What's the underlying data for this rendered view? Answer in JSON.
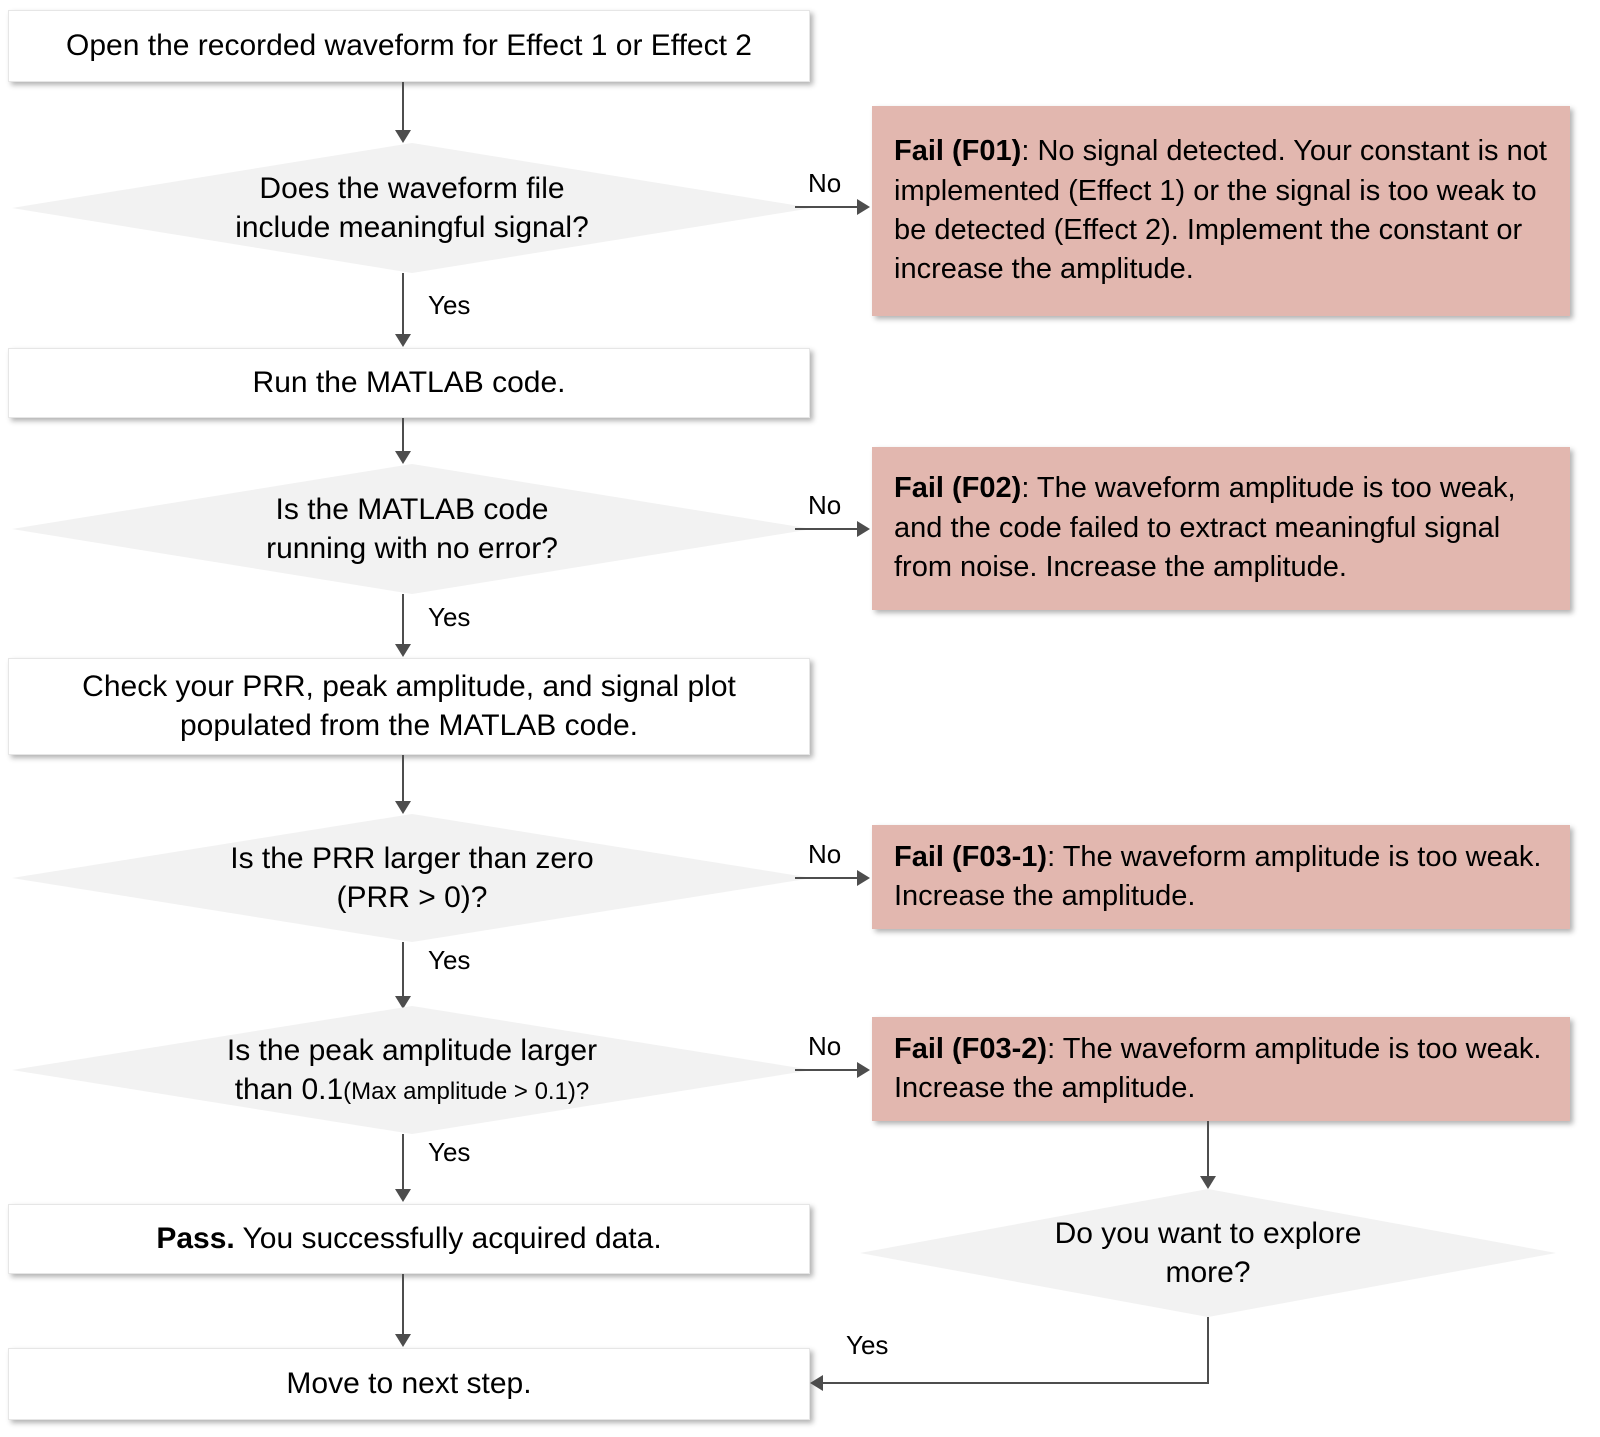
{
  "diagram": {
    "title": "Waveform data acquisition troubleshooting flowchart",
    "colors": {
      "fail_box_fill": "#e2b7af",
      "decision_fill": "#f2f2f2",
      "process_fill": "#ffffff",
      "connector": "#4d4d4d",
      "page_background": "#ffffff"
    }
  },
  "nodes": {
    "start": {
      "type": "process",
      "text": "Open the recorded waveform for Effect 1 or Effect 2"
    },
    "decision_signal": {
      "type": "decision",
      "line1": "Does the waveform file",
      "line2": "include meaningful signal?"
    },
    "fail_f01": {
      "type": "fail",
      "code": "Fail (F01)",
      "separator": ": ",
      "text": "No signal detected. Your constant is not implemented (Effect 1) or the signal is too weak to be detected (Effect 2). Implement the constant or increase the amplitude."
    },
    "run_matlab": {
      "type": "process",
      "text": "Run the MATLAB code."
    },
    "decision_no_error": {
      "type": "decision",
      "line1": "Is the MATLAB code",
      "line2": "running with no error?"
    },
    "fail_f02": {
      "type": "fail",
      "code": "Fail (F02)",
      "separator": ": ",
      "text": "The waveform amplitude is too weak, and the code failed to extract meaningful signal from noise. Increase the amplitude."
    },
    "check_prr": {
      "type": "process",
      "line1": "Check your PRR, peak amplitude, and signal plot",
      "line2": "populated from the MATLAB code."
    },
    "decision_prr": {
      "type": "decision",
      "line1": "Is the PRR  larger than zero",
      "line2": "(PRR > 0)?"
    },
    "fail_f03_1": {
      "type": "fail",
      "code": "Fail (F03-1)",
      "separator": ": ",
      "text": "The waveform amplitude is too weak. Increase the amplitude."
    },
    "decision_peak": {
      "type": "decision",
      "line1": "Is the peak amplitude larger",
      "line2_main": "than 0.1",
      "line2_small": "(Max amplitude > 0.1)?"
    },
    "fail_f03_2": {
      "type": "fail",
      "code": "Fail (F03-2)",
      "separator": ": ",
      "text": "The waveform amplitude is too weak. Increase the amplitude."
    },
    "pass": {
      "type": "process",
      "bold": "Pass.",
      "text": " You successfully acquired data."
    },
    "decision_explore": {
      "type": "decision",
      "line1": "Do you want to explore",
      "line2": "more?"
    },
    "next_step": {
      "type": "process",
      "text": "Move to next step."
    }
  },
  "edges": {
    "signal_no": "No",
    "signal_yes": "Yes",
    "no_error_no": "No",
    "no_error_yes": "Yes",
    "prr_no": "No",
    "prr_yes": "Yes",
    "peak_no": "No",
    "peak_yes": "Yes",
    "explore_yes": "Yes"
  }
}
